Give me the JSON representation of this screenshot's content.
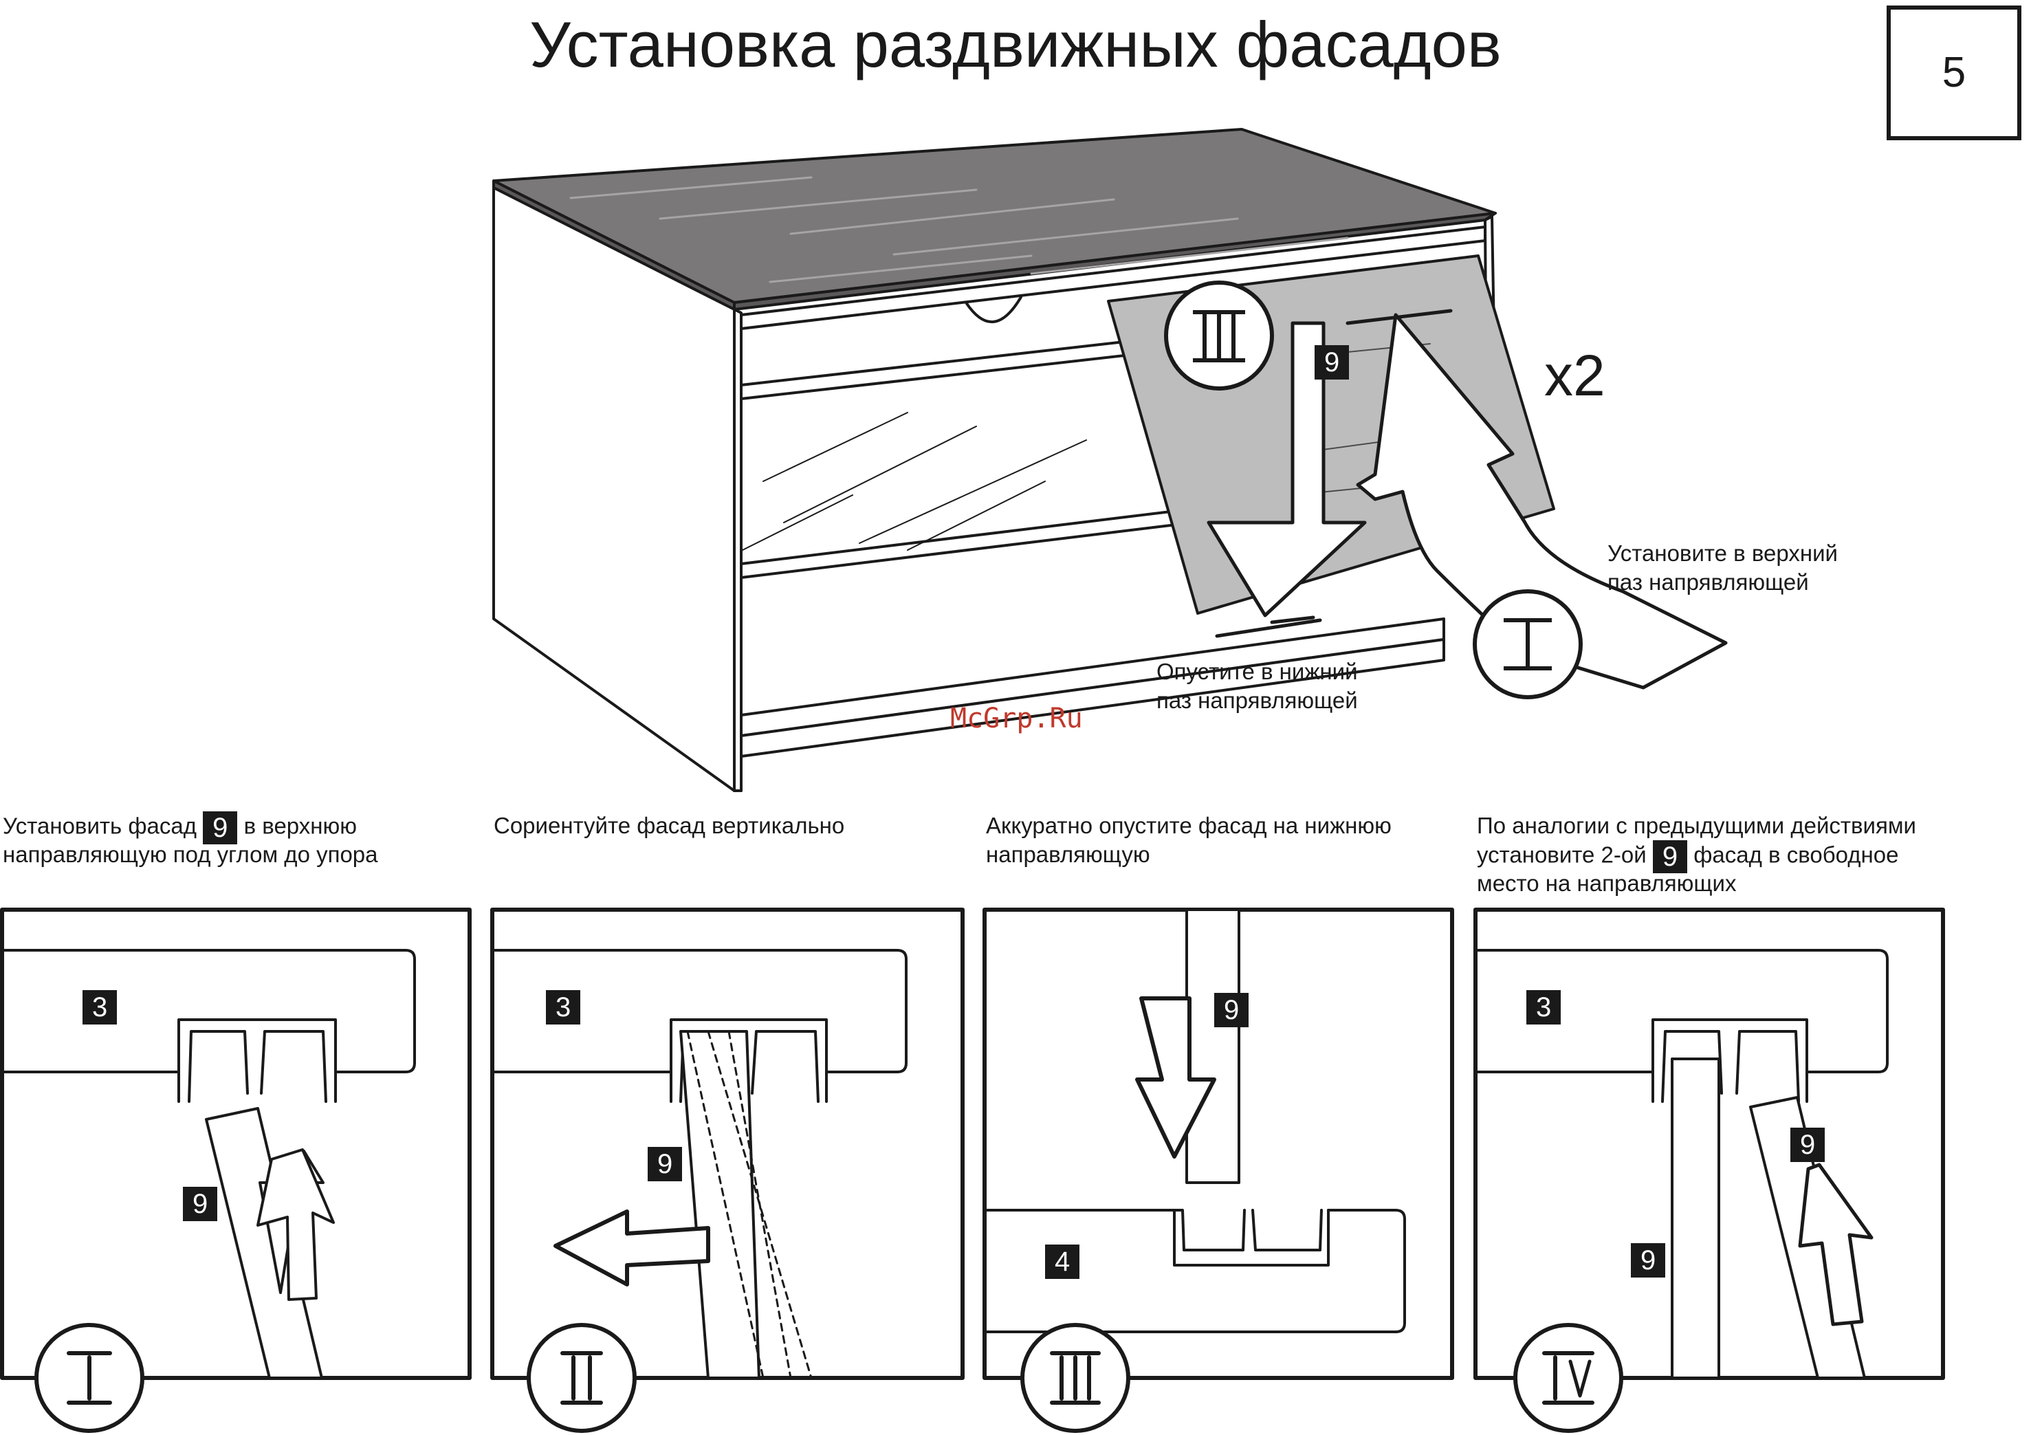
{
  "title": "Установка раздвижных фасадов",
  "page_number": "5",
  "watermark": "McGrp.Ru",
  "main": {
    "panel_tag": "9",
    "multiplier": "x2",
    "step_marks": [
      "I",
      "III"
    ],
    "note_upper": [
      "Установите в верхний",
      "паз напрявляющей"
    ],
    "note_lower": [
      "Опустите в нижний",
      "паз напрявляющей"
    ]
  },
  "steps": [
    {
      "mark": "I",
      "caption_lines": [
        "Установить фасад",
        "в верхнюю",
        "направляющую под углом до упора"
      ],
      "caption_tag": "9",
      "rail_label": "3",
      "panel_label": "9"
    },
    {
      "mark": "II",
      "caption_lines": [
        "Сориентуйте фасад вертикально"
      ],
      "rail_label": "3",
      "panel_label": "9"
    },
    {
      "mark": "III",
      "caption_lines": [
        "Аккуратно опустите фасад на нижнюю",
        "направляющую"
      ],
      "rail_label": "4",
      "panel_label": "9"
    },
    {
      "mark": "IV",
      "caption_lines": [
        "По аналогии с предыдущими действиями",
        "установите 2-ой",
        "фасад в свободное",
        "место на направляющих"
      ],
      "caption_tag": "9",
      "rail_label": "3",
      "panel_label_left": "9",
      "panel_label_right": "9"
    }
  ]
}
